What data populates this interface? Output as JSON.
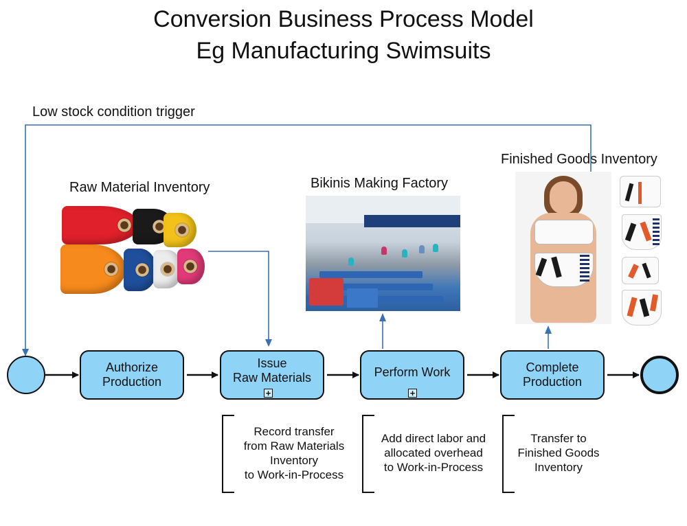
{
  "title": {
    "line1": "Conversion Business Process Model",
    "line2": "Eg Manufacturing Swimsuits"
  },
  "trigger_label": "Low stock condition trigger",
  "images": {
    "raw_material": "Raw Material Inventory",
    "factory": "Bikinis Making Factory",
    "finished_goods": "Finished Goods Inventory"
  },
  "tasks": [
    {
      "label": "Authorize\nProduction",
      "subprocess": false
    },
    {
      "label": "Issue\nRaw Materials",
      "subprocess": true
    },
    {
      "label": "Perform Work",
      "subprocess": true
    },
    {
      "label": "Complete\nProduction",
      "subprocess": false
    }
  ],
  "subprocess_marker": "+",
  "annotations": [
    "Record transfer\nfrom Raw Materials\nInventory\nto Work-in-Process",
    "Add direct labor and\nallocated overhead\nto Work-in-Process",
    "Transfer to\nFinished Goods\nInventory"
  ],
  "colors": {
    "task_fill": "#8fd3f7",
    "event_fill": "#8fd3f7",
    "flow_line": "#3b6fb6",
    "sequence_line": "#111111"
  }
}
